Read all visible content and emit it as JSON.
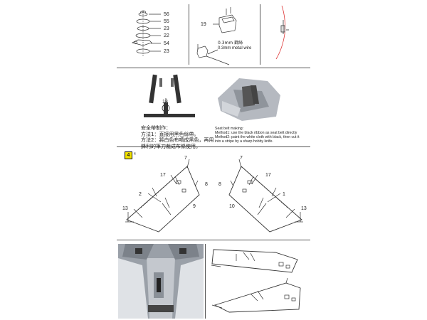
{
  "parts_top": {
    "stack_labels": [
      "56",
      "55",
      "23",
      "22",
      "54",
      "23"
    ],
    "label_19": "19",
    "wire_cn": "0.3mm 鋼絲",
    "wire_en": "0.3mm metal wire"
  },
  "belt": {
    "label_18": "18",
    "title_cn": "安全帶制作：",
    "method1_cn": "方法1：直接用黑色絲帶。",
    "method2_cn_a": "方法2：將白色布噴成黑色，再用",
    "method2_cn_b": "鋒利的筆刀裁成布條使用。",
    "title_en": "Seat belt making:",
    "method1_en": "Method1: use the black ribbon as seat belt directly",
    "method2_en_a": "Method2: paint the white cloth with black, then cut it",
    "method2_en_b": "into a stripe by a sharp hobby knife."
  },
  "step4": {
    "number": "4",
    "sub": "4",
    "left_labels": {
      "l7": "7",
      "l17": "17",
      "l8": "8",
      "l2": "2",
      "l9": "9",
      "l13": "13"
    },
    "right_labels": {
      "r7": "7",
      "r17": "17",
      "r8": "8",
      "r1": "1",
      "r10": "10",
      "r13": "13"
    }
  },
  "colors": {
    "accent": "#f2e200",
    "ink": "#333333",
    "photo_bg": "#9aa0a8"
  }
}
